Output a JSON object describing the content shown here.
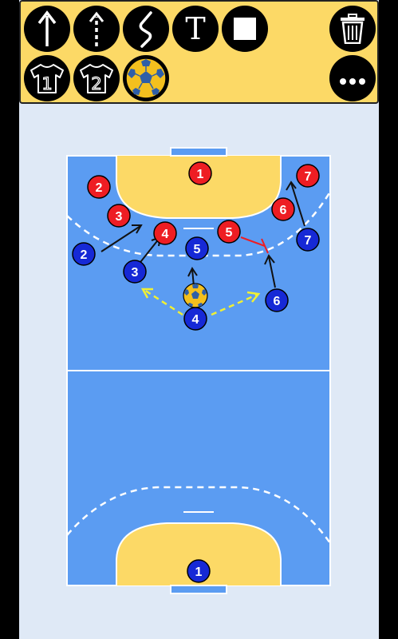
{
  "toolbar": {
    "tools": [
      {
        "name": "straight-arrow-tool",
        "icon": "arrow-up-icon"
      },
      {
        "name": "dashed-arrow-tool",
        "icon": "dashed-arrow-up-icon"
      },
      {
        "name": "curved-line-tool",
        "icon": "squiggle-icon"
      },
      {
        "name": "text-tool",
        "icon": "text-icon",
        "label": "T"
      },
      {
        "name": "rectangle-tool",
        "icon": "square-icon"
      },
      {
        "name": "delete-tool",
        "icon": "trash-icon"
      },
      {
        "name": "team1-jersey-tool",
        "icon": "jersey-1-icon",
        "label": "1"
      },
      {
        "name": "team2-jersey-tool",
        "icon": "jersey-2-icon",
        "label": "2"
      },
      {
        "name": "ball-tool",
        "icon": "handball-icon"
      },
      {
        "name": "more-options",
        "icon": "more-icon"
      }
    ]
  },
  "colors": {
    "toolbar_bg": "#fcd966",
    "court_blue": "#5b9cf2",
    "goal_area_yellow": "#fcd966",
    "red_team": "#ee1d23",
    "blue_team": "#1629d6",
    "pass_line": "#f0f034"
  },
  "players_red": [
    {
      "number": "1"
    },
    {
      "number": "2"
    },
    {
      "number": "3"
    },
    {
      "number": "4"
    },
    {
      "number": "5"
    },
    {
      "number": "6"
    },
    {
      "number": "7"
    }
  ],
  "players_blue": [
    {
      "number": "2"
    },
    {
      "number": "3"
    },
    {
      "number": "5"
    },
    {
      "number": "4"
    },
    {
      "number": "6"
    },
    {
      "number": "7"
    },
    {
      "number": "1"
    }
  ]
}
